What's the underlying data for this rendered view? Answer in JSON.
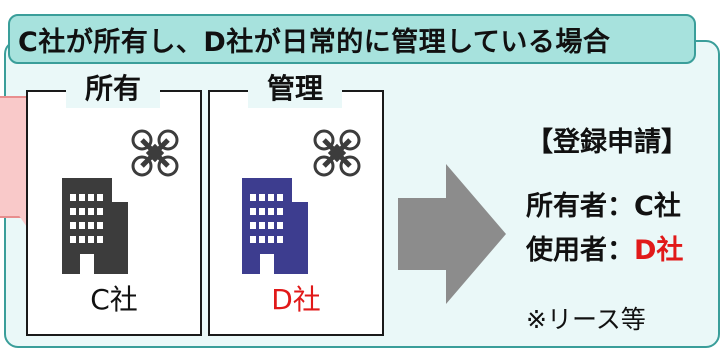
{
  "title": "C社が所有し、D社が日常的に管理している場合",
  "owner_card": {
    "heading": "所有",
    "company": "C社"
  },
  "manager_card": {
    "heading": "管理",
    "company": "D社"
  },
  "registration": {
    "title": "【登録申請】",
    "owner_label": "所有者：",
    "owner_value": "C社",
    "user_label": "使用者：",
    "user_value": "D社",
    "note": "※リース等"
  },
  "icons": [
    "building-icon",
    "drone-icon",
    "arrow-right-icon"
  ],
  "colors": {
    "panel_border": "#3a9e9a",
    "panel_fill": "#eaf8f8",
    "banner_fill": "#a7e2dd",
    "owner_building": "#3c3c3c",
    "manager_building": "#3d3d8f",
    "accent_red": "#e11919",
    "arrow": "#8c8c8c"
  }
}
